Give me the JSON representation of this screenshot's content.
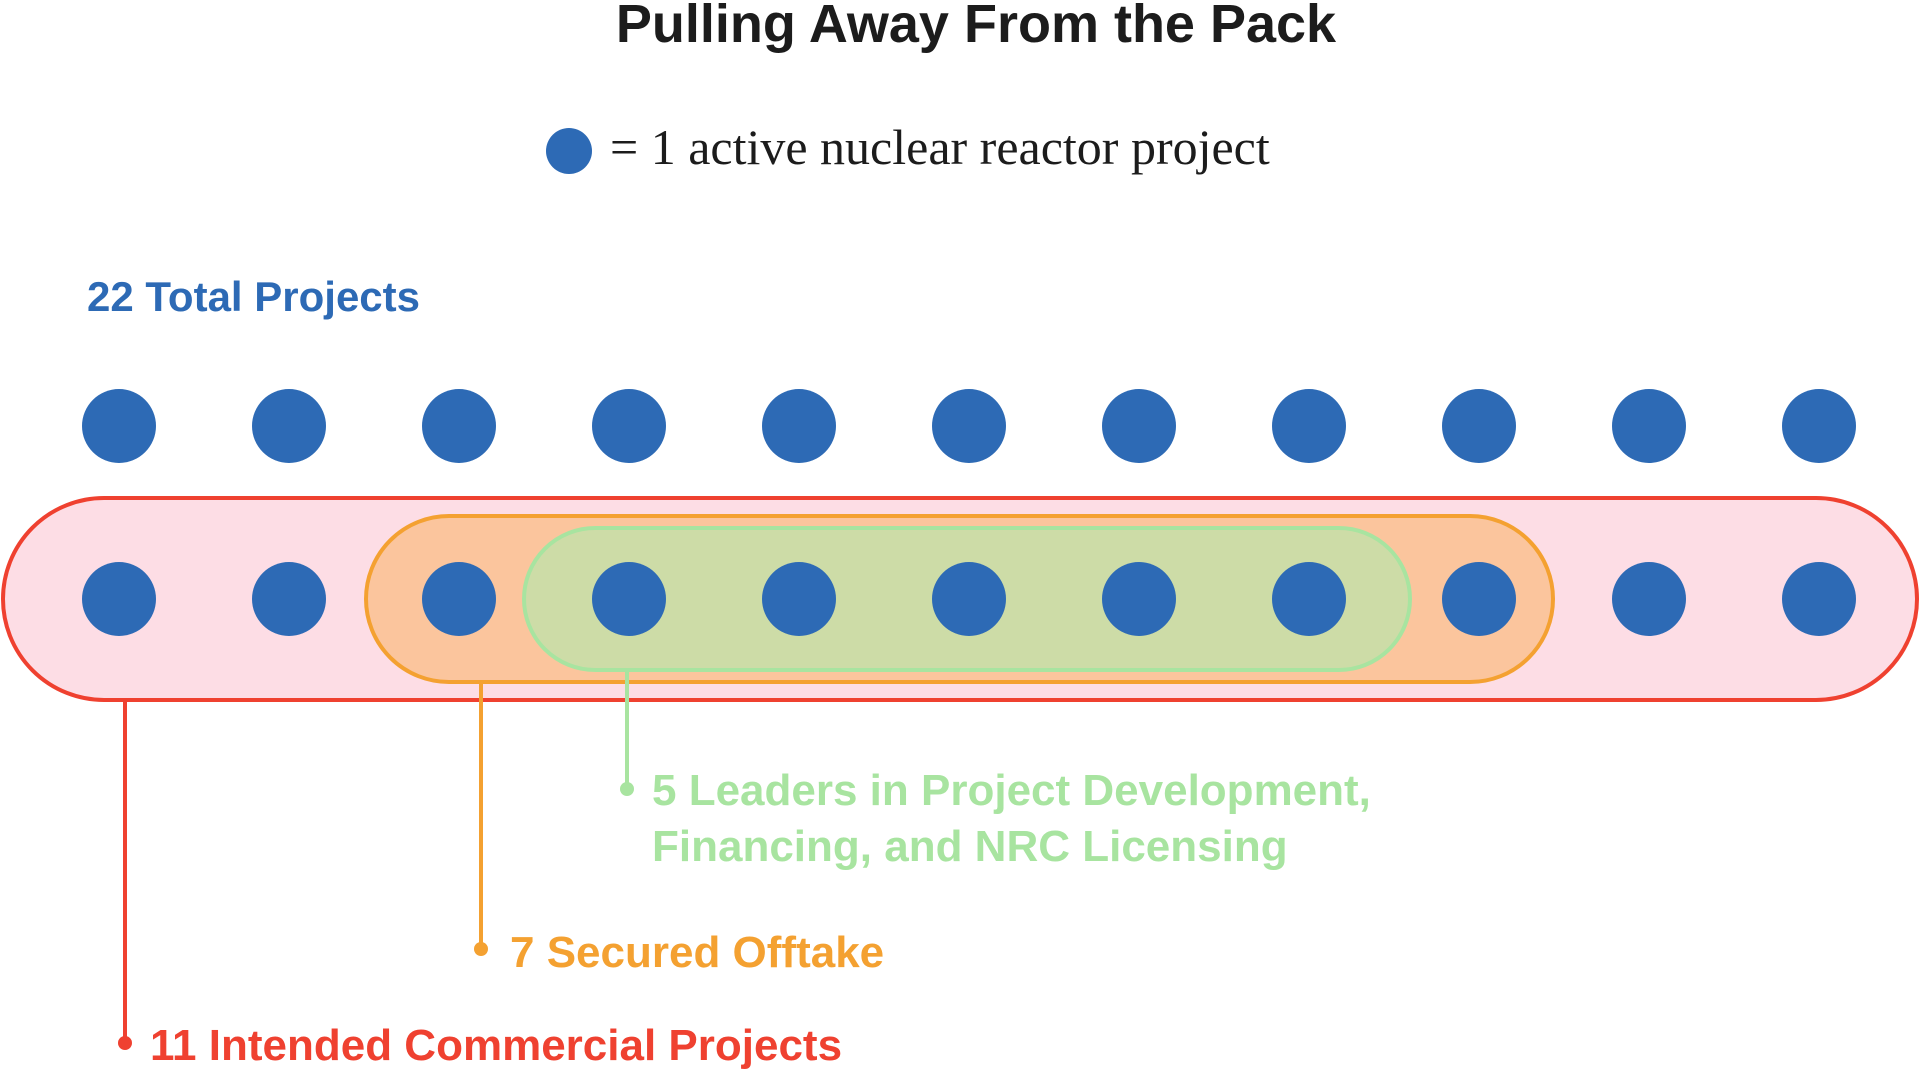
{
  "title": "Pulling Away From the Pack",
  "legend": {
    "marker": "blue-dot-icon",
    "text": "= 1 active nuclear reactor project"
  },
  "total_label": "22 Total Projects",
  "groups": [
    {
      "key": "commercial",
      "label": "11 Intended Commercial Projects",
      "count": 11,
      "color": "#ef4130",
      "fill": "#fddde5"
    },
    {
      "key": "offtake",
      "label": "7 Secured Offtake",
      "count": 7,
      "color": "#f4a131",
      "fill": "#fbc59d"
    },
    {
      "key": "leaders",
      "label_lines": [
        "5 Leaders in Project Development,",
        "Financing, and NRC Licensing"
      ],
      "count": 5,
      "color": "#a8e4a0",
      "fill": "#cddca7"
    }
  ],
  "dots": {
    "total": 22,
    "per_row": 11,
    "color": "#2d6ab5"
  },
  "colors": {
    "title": "#1c1c1c",
    "total_label": "#2d6ab5",
    "legend_text": "#1c1c1c"
  }
}
